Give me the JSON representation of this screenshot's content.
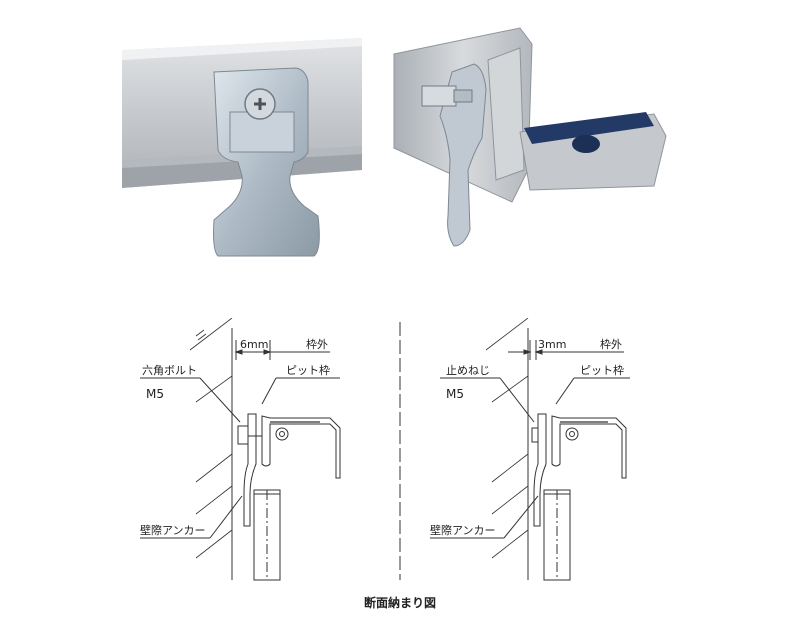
{
  "diagram": {
    "left": {
      "dimension": "6mm",
      "frame_outer": "枠外",
      "bolt_label": "六角ボルト",
      "bolt_size": "M5",
      "pit_frame": "ピット枠",
      "anchor_label": "壁際アンカー"
    },
    "right": {
      "dimension": "3mm",
      "frame_outer": "枠外",
      "screw_label": "止めねじ",
      "screw_size": "M5",
      "pit_frame": "ピット枠",
      "anchor_label": "壁際アンカー"
    },
    "caption": "断面納まり図"
  },
  "colors": {
    "aluminum": "#c9ccd0",
    "aluminum_dark": "#9aa0a6",
    "zinc": "#b8c3cc",
    "rubber": "#243a66",
    "line": "#333333"
  }
}
